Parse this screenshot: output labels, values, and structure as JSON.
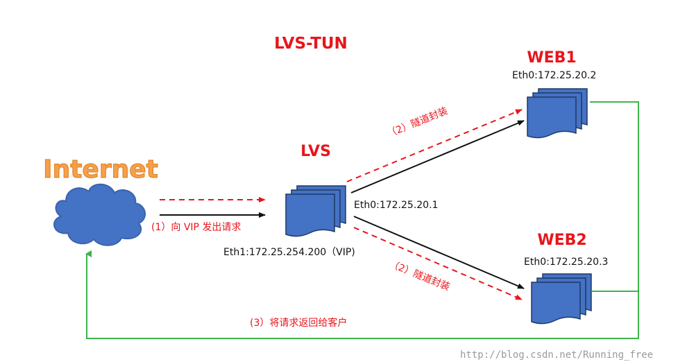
{
  "title": "LVS-TUN",
  "internet": {
    "label": "Internet"
  },
  "lvs": {
    "label": "LVS",
    "eth0": "Eth0:172.25.20.1",
    "eth1": "Eth1:172.25.254.200（VIP)"
  },
  "web1": {
    "label": "WEB1",
    "eth0": "Eth0:172.25.20.2"
  },
  "web2": {
    "label": "WEB2",
    "eth0": "Eth0:172.25.20.3"
  },
  "steps": {
    "request": "(1）向 VIP 发出请求",
    "tunnel_top": "（2）隧道封装",
    "tunnel_bottom": "（2）隧道封装",
    "reply": "(3）将请求返回给客户"
  },
  "watermark": "http://blog.csdn.net/Running_free",
  "colors": {
    "red": "#e8151b",
    "green": "#3cb54a",
    "blue": "#4472c4",
    "black": "#111111",
    "internet_fill": "#f5a04a"
  },
  "icons": {
    "cloud": "cloud-icon",
    "server": "server-stack-icon"
  }
}
